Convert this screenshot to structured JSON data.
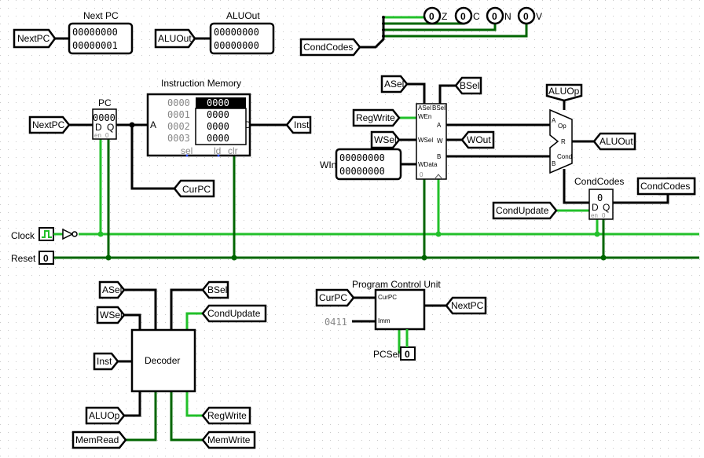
{
  "probes": {
    "next_pc": {
      "title": "Next PC",
      "row1": "00000000",
      "row2": "00000001"
    },
    "aluout": {
      "title": "ALUOut",
      "row1": "00000000",
      "row2": "00000000"
    }
  },
  "tunnels": {
    "nextpc_top": "NextPC",
    "aluout_left": "ALUOut",
    "condcodes_left": "CondCodes",
    "nextpc_pc": "NextPC",
    "inst_out": "Inst",
    "curpc": "CurPC",
    "asel": "ASel",
    "bsel": "BSel",
    "regwrite": "RegWrite",
    "wsel": "WSel",
    "wout": "WOut",
    "aluop": "ALUOp",
    "aluout_right": "ALUOut",
    "condcodes_right": "CondCodes",
    "condupdate": "CondUpdate",
    "dec_asel": "ASel",
    "dec_bsel": "BSel",
    "dec_wsel": "WSel",
    "dec_condupdate": "CondUpdate",
    "dec_inst": "Inst",
    "dec_aluop": "ALUOp",
    "dec_regwrite": "RegWrite",
    "dec_memread": "MemRead",
    "dec_memwrite": "MemWrite",
    "pcu_curpc": "CurPC",
    "pcu_nextpc": "NextPC"
  },
  "flags": {
    "z": {
      "label": "Z",
      "value": "0"
    },
    "c": {
      "label": "C",
      "value": "0"
    },
    "n": {
      "label": "N",
      "value": "0"
    },
    "v": {
      "label": "V",
      "value": "0"
    }
  },
  "pc": {
    "title": "PC",
    "value": "0000",
    "d": "D",
    "q": "Q",
    "en": "en",
    "zero": "0"
  },
  "imem": {
    "title": "Instruction Memory",
    "addr_label": "A",
    "data_label": "D",
    "addresses": [
      "0000",
      "0001",
      "0002",
      "0003"
    ],
    "values": [
      "0000",
      "0000",
      "0000",
      "0000"
    ],
    "sel": "sel",
    "ld": "ld",
    "clr": "clr"
  },
  "regfile": {
    "asel": "ASel",
    "bsel": "BSel",
    "wen": "WEn",
    "wsel": "WSel",
    "wdata": "WData",
    "a": "A",
    "b": "B",
    "w": "W",
    "zero": "0"
  },
  "win": {
    "label": "WIn",
    "row1": "00000000",
    "row2": "00000000"
  },
  "alu": {
    "a": "A",
    "b": "B",
    "op": "Op",
    "r": "R",
    "cond": "Cond"
  },
  "condreg": {
    "title": "CondCodes",
    "value": "0",
    "d": "D",
    "q": "Q",
    "en": "en",
    "zero": "0"
  },
  "clock": {
    "label": "Clock"
  },
  "reset": {
    "label": "Reset",
    "value": "0"
  },
  "decoder": {
    "label": "Decoder"
  },
  "pcu": {
    "title": "Program Control Unit",
    "curpc": "CurPC",
    "imm": "Imm",
    "imm_value": "0411",
    "pcsel_label": "PCSel",
    "pcsel_value": "0"
  }
}
